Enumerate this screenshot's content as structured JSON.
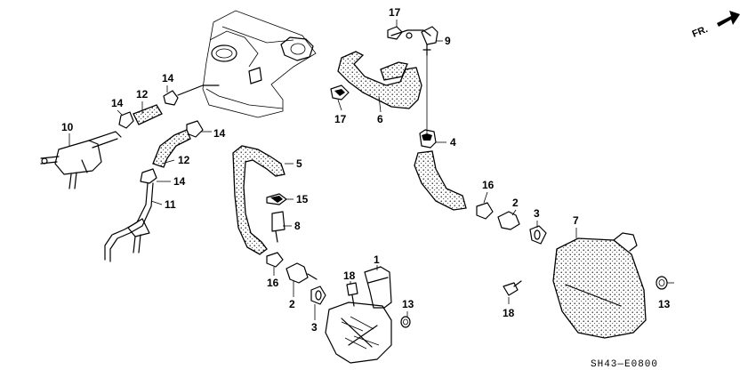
{
  "callouts": {
    "c1": "1",
    "c2a": "2",
    "c2b": "2",
    "c3a": "3",
    "c3b": "3",
    "c4": "4",
    "c5": "5",
    "c6": "6",
    "c7": "7",
    "c8": "8",
    "c9": "9",
    "c10": "10",
    "c11": "11",
    "c12a": "12",
    "c12b": "12",
    "c13a": "13",
    "c13b": "13",
    "c14a": "14",
    "c14b": "14",
    "c14c": "14",
    "c14d": "14",
    "c15": "15",
    "c16a": "16",
    "c16b": "16",
    "c17a": "17",
    "c17b": "17",
    "c18a": "18",
    "c18b": "18"
  },
  "direction_label": "FR.",
  "diagram_code": "SH43—E0800"
}
